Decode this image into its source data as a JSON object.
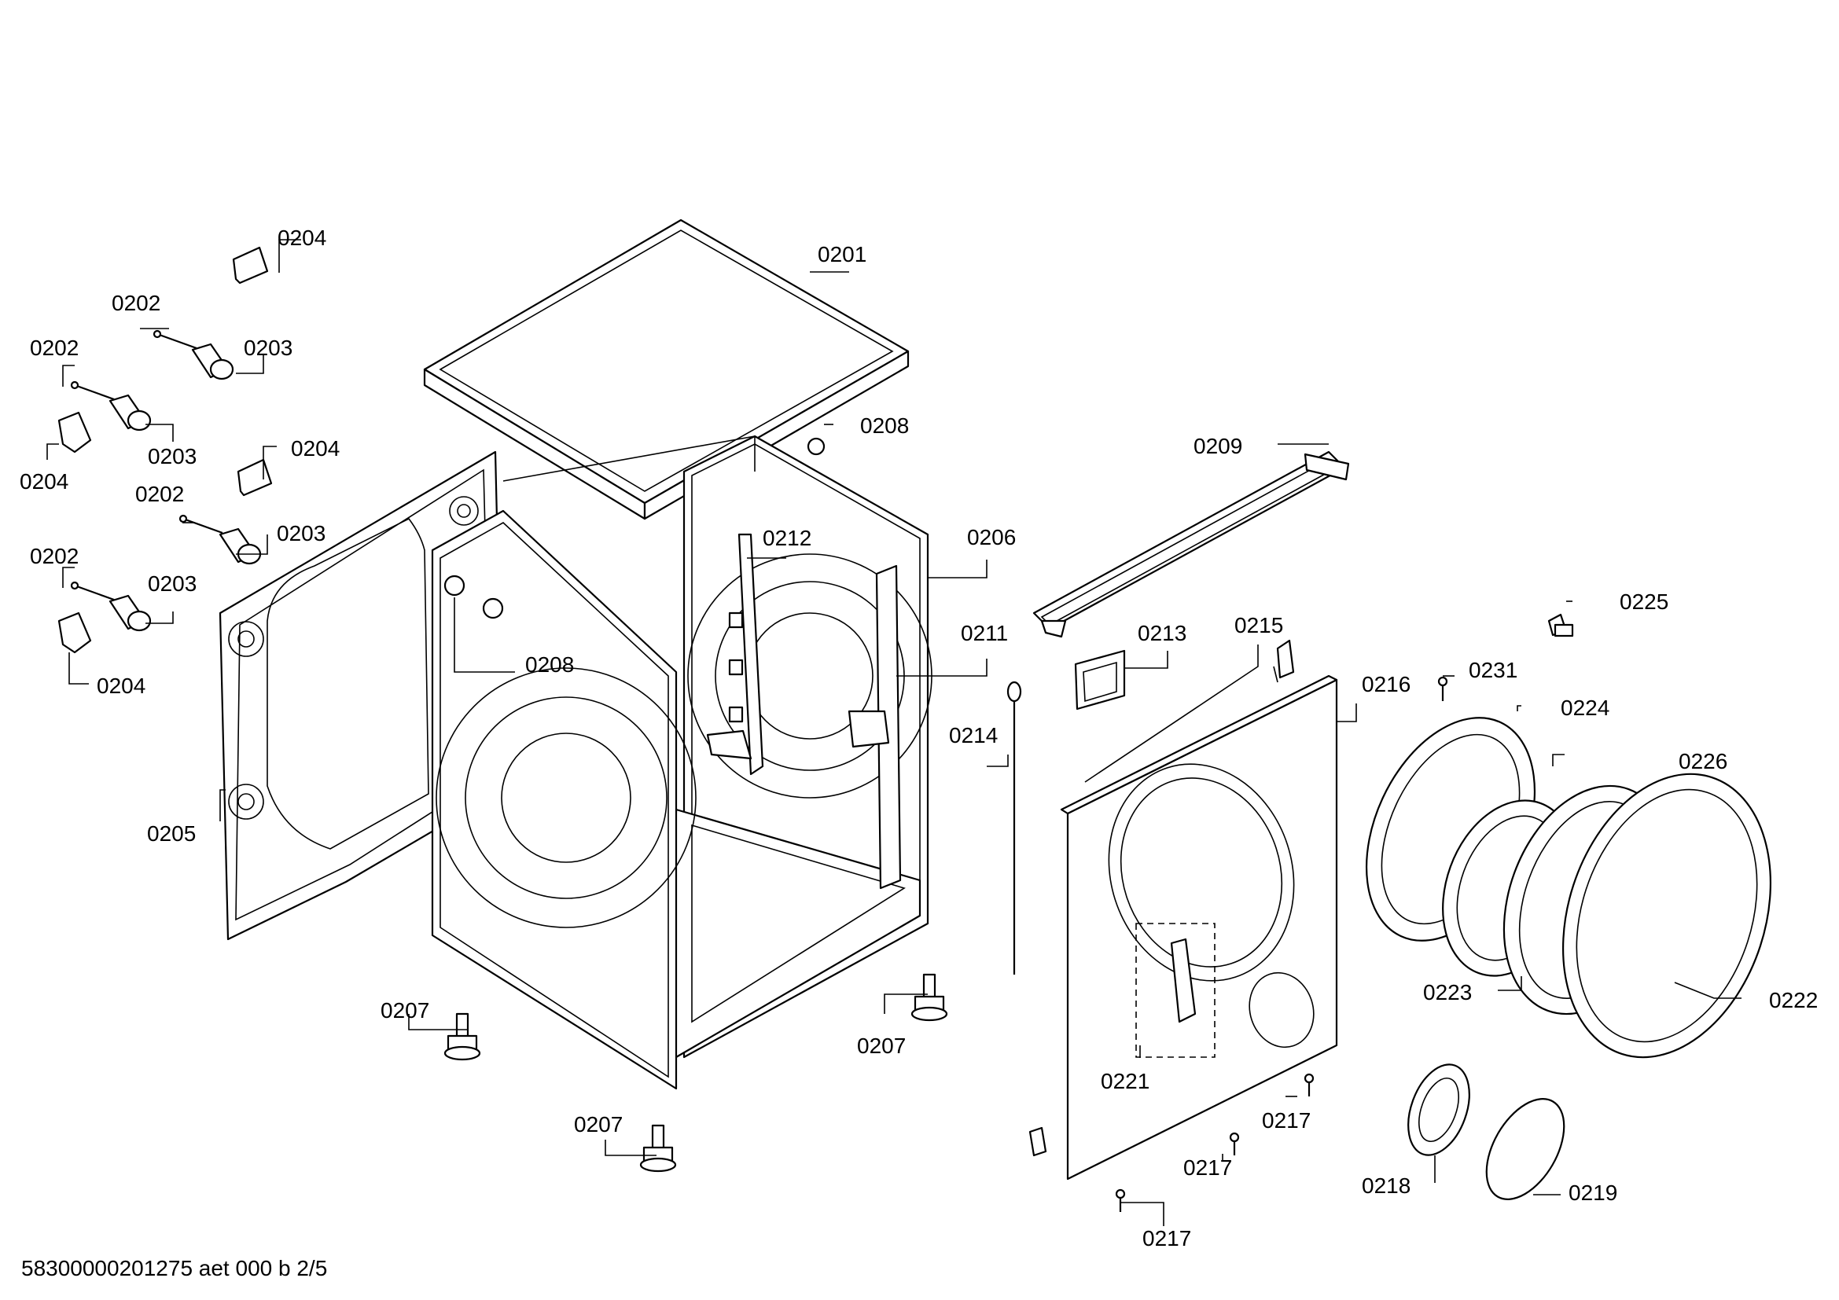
{
  "footer": "58300000201275 aet 000 b 2/5",
  "labels": {
    "0201": "0201",
    "0202": "0202",
    "0203": "0203",
    "0204": "0204",
    "0205": "0205",
    "0206": "0206",
    "0207": "0207",
    "0208": "0208",
    "0209": "0209",
    "0211": "0211",
    "0212": "0212",
    "0213": "0213",
    "0214": "0214",
    "0215": "0215",
    "0216": "0216",
    "0217": "0217",
    "0218": "0218",
    "0219": "0219",
    "0221": "0221",
    "0222": "0222",
    "0223": "0223",
    "0224": "0224",
    "0225": "0225",
    "0226": "0226",
    "0231": "0231"
  }
}
